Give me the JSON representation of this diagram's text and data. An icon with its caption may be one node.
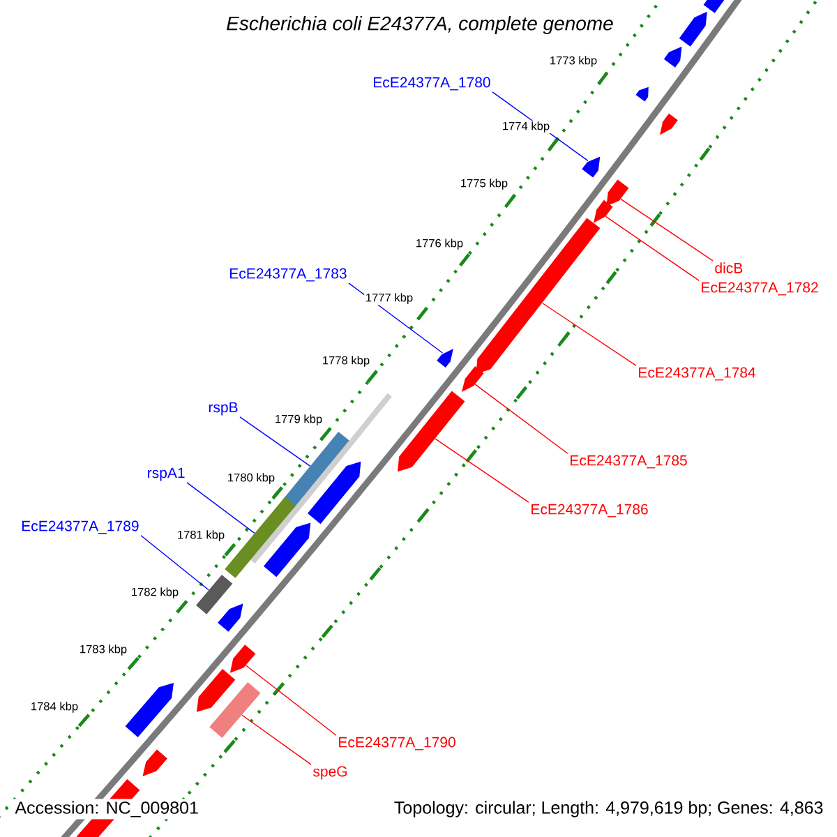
{
  "diagram": {
    "title": "Escherichia coli E24377A, complete genome",
    "nodes": [
      {
        "text": [
          "EcE24377A_1780"
        ]
      },
      {
        "text": [
          "dicB"
        ]
      },
      {
        "text": [
          "EcE24377A_1782"
        ]
      },
      {
        "text": [
          "EcE24377A_1783"
        ]
      },
      {
        "text": [
          "EcE24377A_1784"
        ]
      },
      {
        "text": [
          "rspB"
        ]
      },
      {
        "text": [
          "EcE24377A_1785"
        ]
      },
      {
        "text": [
          "rspA1"
        ]
      },
      {
        "text": [
          "EcE24377A_1786"
        ]
      },
      {
        "text": [
          "EcE24377A_1789"
        ]
      },
      {
        "text": [
          "EcE24377A_1790"
        ]
      },
      {
        "text": [
          "speG"
        ]
      },
      {
        "text": [],
        "shape": "bar"
      },
      {
        "text": [],
        "shape": "bar"
      },
      {
        "text": [],
        "shape": "bar"
      },
      {
        "text": [],
        "shape": "bar"
      },
      {
        "text": [],
        "shape": "bar"
      },
      {
        "text": [],
        "shape": "bar"
      },
      {
        "text": [],
        "shape": "bar"
      },
      {
        "text": [],
        "shape": "bar"
      },
      {
        "text": [],
        "shape": "bar"
      },
      {
        "text": [],
        "shape": "bar"
      },
      {
        "text": [],
        "shape": "bar"
      },
      {
        "text": [],
        "shape": "bar"
      },
      {
        "text": [],
        "shape": "box"
      },
      {
        "text": [],
        "shape": "bar"
      },
      {
        "text": [],
        "shape": "box"
      },
      {
        "text": [],
        "shape": "bar"
      },
      {
        "text": [],
        "shape": "box"
      },
      {
        "text": [],
        "shape": "bar"
      },
      {
        "text": [],
        "shape": "bar"
      },
      {
        "text": [],
        "shape": "bar"
      },
      {
        "text": [],
        "shape": "bar"
      },
      {
        "text": [],
        "shape": "box"
      },
      {
        "text": [],
        "shape": "bar"
      },
      {
        "text": [],
        "shape": "bar"
      }
    ],
    "edges": [
      {
        "from": 0,
        "to": 17,
        "arrow": "none",
        "color": "#0000ff"
      },
      {
        "from": 1,
        "to": 18,
        "arrow": "none",
        "color": "#ff0000"
      },
      {
        "from": 2,
        "to": 19,
        "arrow": "none",
        "color": "#ff0000"
      },
      {
        "from": 3,
        "to": 21,
        "arrow": "none",
        "color": "#0000ff"
      },
      {
        "from": 4,
        "to": 20,
        "arrow": "none",
        "color": "#ff0000"
      },
      {
        "from": 5,
        "to": 24,
        "arrow": "none",
        "color": "#0000ff"
      },
      {
        "from": 6,
        "to": 22,
        "arrow": "none",
        "color": "#ff0000"
      },
      {
        "from": 7,
        "to": 26,
        "arrow": "none",
        "color": "#0000ff"
      },
      {
        "from": 8,
        "to": 23,
        "arrow": "none",
        "color": "#ff0000"
      },
      {
        "from": 9,
        "to": 28,
        "arrow": "none",
        "color": "#0000ff"
      },
      {
        "from": 10,
        "to": 30,
        "arrow": "none",
        "color": "#ff0000"
      },
      {
        "from": 11,
        "to": 33,
        "arrow": "none",
        "color": "#ff0000"
      }
    ],
    "labels": [
      "1773 kbp",
      "1774 kbp",
      "1775 kbp",
      "1776 kbp",
      "1777 kbp",
      "1778 kbp",
      "1779 kbp",
      "1780 kbp",
      "1781 kbp",
      "1782 kbp",
      "1783 kbp",
      "1784 kbp",
      "Accession: NC_009801",
      "Topology: circular; Length: 4,979,619 bp; Genes: 4,863"
    ]
  }
}
